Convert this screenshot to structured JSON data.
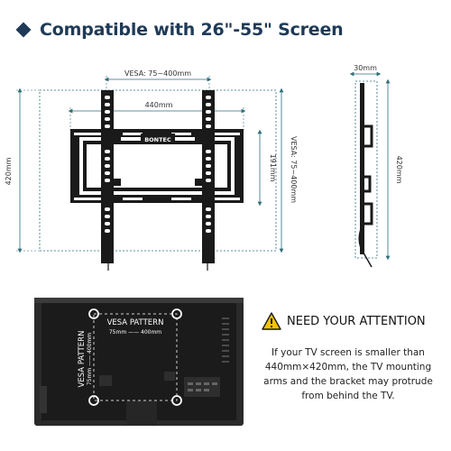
{
  "header": {
    "title": "Compatible with 26\"-55\" Screen"
  },
  "front_view": {
    "vesa_label": "VESA: 75~400mm",
    "width_label": "440mm",
    "height_label": "420mm",
    "inner_height_label": "191mm",
    "vesa_vertical_label": "VESA: 75~400mm",
    "brand_plate": "BONTEC"
  },
  "side_view": {
    "depth_label": "30mm",
    "height_label": "420mm"
  },
  "tv_back": {
    "pattern_title": "VESA PATTERN",
    "pattern_range": "75mm —— 400mm",
    "pattern_vertical_title": "VESA PATTERN",
    "pattern_vertical_range": "75mm —— 400mm"
  },
  "attention": {
    "title": "NEED YOUR ATTENTION",
    "message": "If your TV screen is smaller than 440mm×420mm, the TV mounting arms and the bracket may protrude from behind the TV."
  },
  "colors": {
    "dimension_line": "#2f6e7a",
    "header": "#1f3a57",
    "warning": "#f2c200"
  }
}
